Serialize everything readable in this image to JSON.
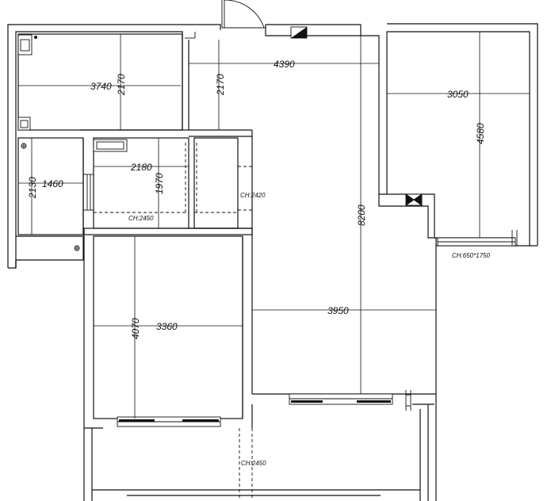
{
  "dimensions": {
    "room_top_left_width": "3740",
    "room_top_left_height": "2170",
    "corridor_height": "2170",
    "corridor_width": "4390",
    "room_right_width": "3050",
    "room_right_height": "4580",
    "bath_left_height": "2130",
    "bath_left_width": "1460",
    "bath_mid_width": "2180",
    "bath_mid_height": "1970",
    "living_height": "8200",
    "bedroom_bottom_height": "4070",
    "bedroom_bottom_width": "3360",
    "living_width": "3950"
  },
  "ceiling_heights": {
    "bath_mid": "CH:2450",
    "bath_right": "CH:2420",
    "window_right": "CH:650*1750",
    "balcony": "CH:2450"
  }
}
